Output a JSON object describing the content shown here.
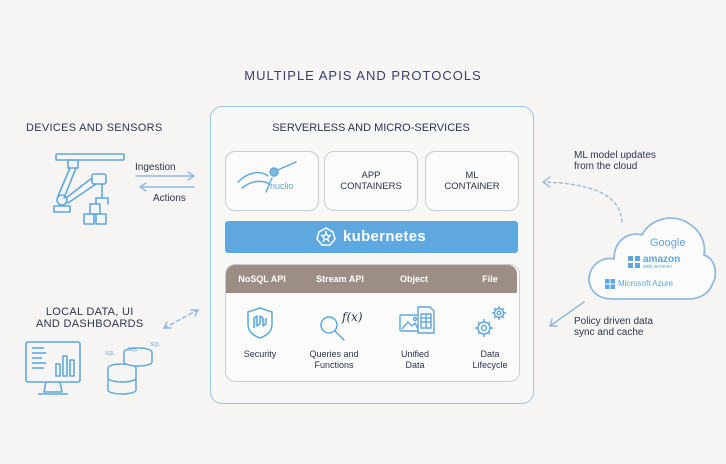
{
  "title": "MULTIPLE APIS AND PROTOCOLS",
  "left": {
    "devices_label": "DEVICES AND SENSORS",
    "ingestion": "Ingestion",
    "actions": "Actions",
    "local_label_1": "LOCAL DATA, UI",
    "local_label_2": "AND DASHBOARDS",
    "db_badges": [
      "SQL",
      "SQL",
      "SQL"
    ]
  },
  "panel": {
    "title": "SERVERLESS AND MICRO-SERVICES",
    "cards": {
      "nuclio": "nuclio",
      "app_1": "APP",
      "app_2": "CONTAINERS",
      "ml_1": "ML",
      "ml_2": "CONTAINER"
    },
    "kubernetes": "kubernetes",
    "headers": [
      "NoSQL API",
      "Stream API",
      "Object",
      "File"
    ],
    "items": [
      {
        "l1": "Security",
        "l2": ""
      },
      {
        "l1": "Queries and",
        "l2": "Functions"
      },
      {
        "l1": "Unified",
        "l2": "Data"
      },
      {
        "l1": "Data",
        "l2": "Lifecycle"
      }
    ],
    "fx": "f(x)"
  },
  "right": {
    "ml_updates_1": "ML model updates",
    "ml_updates_2": "from the cloud",
    "google": "Google",
    "amazon": "amazon",
    "amazon_sub": "web services",
    "azure": "Microsoft Azure",
    "policy_1": "Policy driven data",
    "policy_2": "sync and cache"
  },
  "colors": {
    "accent_blue": "#5ea8df",
    "line_blue": "#9cc4e6",
    "header_brown": "#9c8e84",
    "dark_text": "#2b3550"
  }
}
